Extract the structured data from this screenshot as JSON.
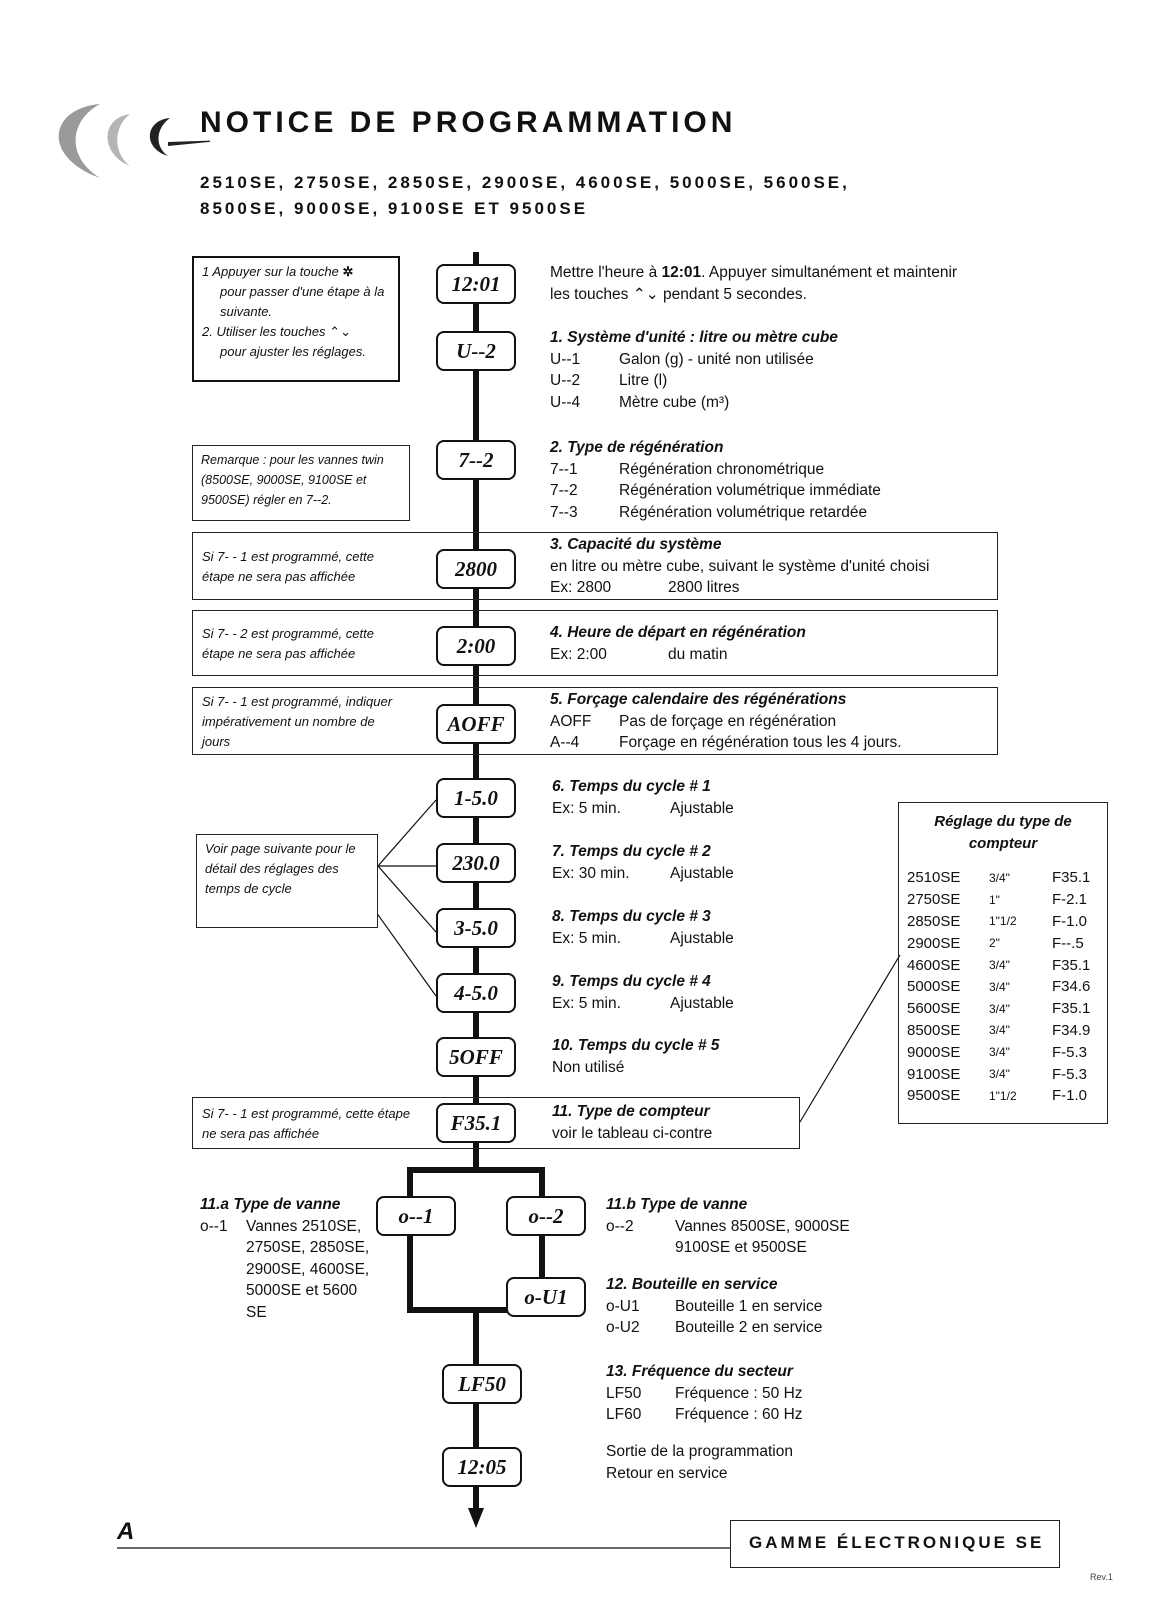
{
  "header": {
    "title": "NOTICE DE PROGRAMMATION",
    "models_line1": "2510SE, 2750SE, 2850SE, 2900SE, 4600SE, 5000SE, 5600SE,",
    "models_line2": "8500SE, 9000SE, 9100SE ET 9500SE"
  },
  "notes": {
    "n1_l1": "1 Appuyer sur la touche",
    "n1_l2": "pour passer d'une étape à la",
    "n1_l3": "suivante.",
    "n1_l4": "2. Utiliser les touches",
    "n1_l5": "pour ajuster les réglages.",
    "n2": "Remarque : pour les vannes twin (8500SE, 9000SE, 9100SE et 9500SE) régler en 7--2.",
    "n3": "Si 7- - 1 est programmé, cette étape ne sera pas affichée",
    "n4": "Si 7- - 2 est programmé, cette étape ne sera pas affichée",
    "n5": "Si 7- - 1 est programmé, indiquer impérativement un nombre de jours",
    "n6": "Voir page suivante pour le détail des réglages des temps de cycle",
    "n7": "Si 7- - 1 est programmé, cette étape ne sera pas affichée"
  },
  "displays": [
    "12:01",
    "U--2",
    "7--2",
    "2800",
    "2:00",
    "AOFF",
    "1-5.0",
    "230.0",
    "3-5.0",
    "4-5.0",
    "5OFF",
    "F35.1",
    "o--1",
    "o--2",
    "o-U1",
    "LF50",
    "12:05"
  ],
  "steps": {
    "s0_l1_a": "Mettre l'heure à ",
    "s0_l1_b": "12:01",
    "s0_l1_c": ". Appuyer simultanément et maintenir",
    "s0_l2_a": "les touches",
    "s0_l2_b": "pendant 5 secondes.",
    "s1_h": "1. Système d'unité : litre ou mètre cube",
    "s1_r": [
      [
        "U--1",
        "Galon (g) - unité non utilisée"
      ],
      [
        "U--2",
        "Litre (l)"
      ],
      [
        "U--4",
        "Mètre cube (m³)"
      ]
    ],
    "s2_h": "2. Type de régénération",
    "s2_r": [
      [
        "7--1",
        "Régénération chronométrique"
      ],
      [
        "7--2",
        "Régénération volumétrique immédiate"
      ],
      [
        "7--3",
        "Régénération volumétrique retardée"
      ]
    ],
    "s3_h": "3. Capacité du système",
    "s3_l1": "en litre ou mètre cube, suivant le système d'unité choisi",
    "s3_r": [
      "Ex: 2800",
      "2800 litres"
    ],
    "s4_h": "4. Heure de départ en régénération",
    "s4_r": [
      "Ex: 2:00",
      "du matin"
    ],
    "s5_h": "5. Forçage calendaire des régénérations",
    "s5_r": [
      [
        "AOFF",
        "Pas de forçage en régénération"
      ],
      [
        "A--4",
        "Forçage en régénération tous les 4 jours."
      ]
    ],
    "s6_h": "6. Temps du cycle # 1",
    "s6_r": [
      "Ex: 5 min.",
      "Ajustable"
    ],
    "s7_h": "7. Temps du cycle # 2",
    "s7_r": [
      "Ex: 30 min.",
      "Ajustable"
    ],
    "s8_h": "8. Temps du cycle # 3",
    "s8_r": [
      "Ex: 5 min.",
      "Ajustable"
    ],
    "s9_h": "9. Temps du cycle # 4",
    "s9_r": [
      "Ex: 5 min.",
      "Ajustable"
    ],
    "s10_h": "10. Temps du cycle # 5",
    "s10_l": "Non utilisé",
    "s11_h": "11. Type de compteur",
    "s11_l": "voir le tableau ci-contre",
    "s11a_h": "11.a Type de vanne",
    "s11a_l1": [
      "o--1",
      "Vannes 2510SE,"
    ],
    "s11a_l2": "2750SE, 2850SE,",
    "s11a_l3": "2900SE, 4600SE,",
    "s11a_l4": "5000SE et 5600 SE",
    "s11b_h": "11.b Type de vanne",
    "s11b_l1": [
      "o--2",
      "Vannes 8500SE, 9000SE"
    ],
    "s11b_l2": "9100SE et 9500SE",
    "s12_h": "12. Bouteille en service",
    "s12_r": [
      [
        "o-U1",
        "Bouteille 1 en service"
      ],
      [
        "o-U2",
        "Bouteille 2 en service"
      ]
    ],
    "s13_h": "13. Fréquence du secteur",
    "s13_r": [
      [
        "LF50",
        "Fréquence : 50 Hz"
      ],
      [
        "LF60",
        "Fréquence : 60 Hz"
      ]
    ],
    "s14_l1": "Sortie de la programmation",
    "s14_l2": "Retour en service"
  },
  "counter_table": {
    "title_l1": "Réglage du type de",
    "title_l2": "compteur",
    "rows": [
      [
        "2510SE",
        "3/4\"",
        "F35.1"
      ],
      [
        "2750SE",
        "1\"",
        "F-2.1"
      ],
      [
        "2850SE",
        "1\"1/2",
        "F-1.0"
      ],
      [
        "2900SE",
        "2\"",
        "F--.5"
      ],
      [
        "4600SE",
        "3/4\"",
        "F35.1"
      ],
      [
        "5000SE",
        "3/4\"",
        "F34.6"
      ],
      [
        "5600SE",
        "3/4\"",
        "F35.1"
      ],
      [
        "8500SE",
        "3/4\"",
        "F34.9"
      ],
      [
        "9000SE",
        "3/4\"",
        "F-5.3"
      ],
      [
        "9100SE",
        "3/4\"",
        "F-5.3"
      ],
      [
        "9500SE",
        "1\"1/2",
        "F-1.0"
      ]
    ]
  },
  "footer": {
    "page_letter": "A",
    "range": "GAMME ÉLECTRONIQUE SE",
    "rev": "Rev.1"
  }
}
